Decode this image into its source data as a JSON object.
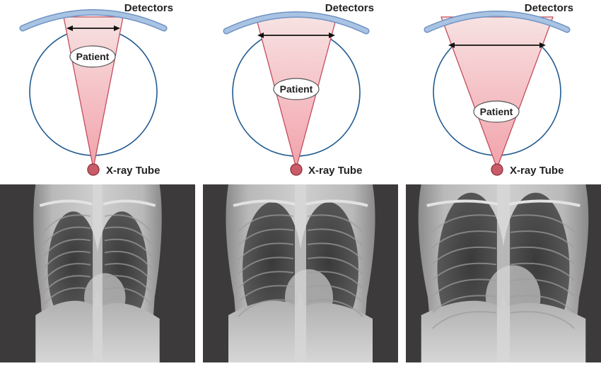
{
  "colors": {
    "circle": "#1f5a8f",
    "detector_fill": "#a9c3e3",
    "detector_stroke": "#6f93c4",
    "beam_edge": "#c44d5c",
    "beam_top": "#f7e2e2",
    "beam_bottom": "#f2a2ab",
    "arrow": "#111111",
    "tube": "#c95c68",
    "text": "#222222",
    "radiograph_background": "#3c3a3a"
  },
  "icons": {
    "tube": "red-circle-icon",
    "patient": "ellipse-label",
    "detector": "curved-bar"
  },
  "panels": [
    {
      "detectors_label": "Detectors",
      "patient_label": "Patient",
      "tube_label": "X-ray Tube"
    },
    {
      "detectors_label": "Detectors",
      "patient_label": "Patient",
      "tube_label": "X-ray Tube"
    },
    {
      "detectors_label": "Detectors",
      "patient_label": "Patient",
      "tube_label": "X-ray Tube"
    }
  ]
}
